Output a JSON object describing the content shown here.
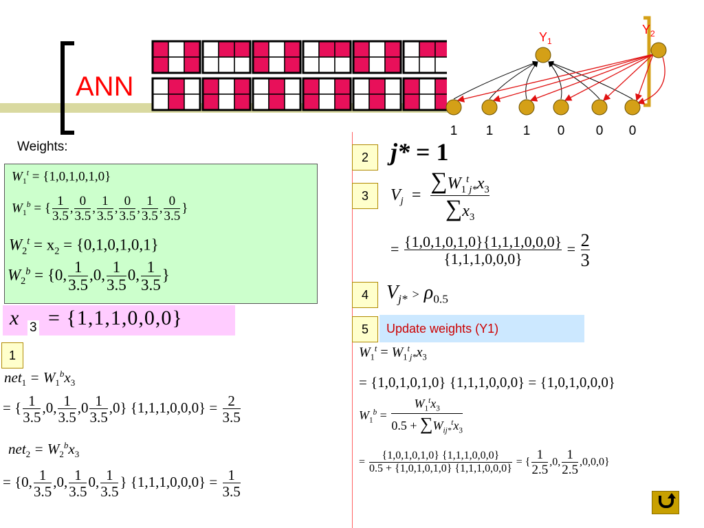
{
  "title": {
    "text": "ANN",
    "color": "#ff0000"
  },
  "network": {
    "output_labels": [
      "Y1",
      "Y2"
    ],
    "input_values": [
      "1",
      "1",
      "1",
      "0",
      "0",
      "0"
    ],
    "node_color": "#d4a017",
    "bracket_color": "#d4a017",
    "arrow_color_y2": "#e01010"
  },
  "pattern_grid": {
    "cell_color": "#e8105a",
    "row1_top": "101011",
    "row1_bottom": "010100",
    "row2_top": "010101",
    "row2_bottom": "101010"
  },
  "weights": {
    "heading": "Weights:",
    "w1t": {
      "sym": "W",
      "sub": "1",
      "sup": "t",
      "rhs": "= {1,0,1,0,1,0}"
    },
    "w1b": {
      "sym": "W",
      "sub": "1",
      "sup": "b",
      "prefix": "= {",
      "num1": "1",
      "num0": "0",
      "den": "3.5",
      "suffix": "}"
    },
    "w2t": {
      "sym": "W",
      "sub": "2",
      "sup": "t",
      "rhs": "= x",
      "rhs_sub": "2",
      "rhs_tail": " = {0,1,0,1,0,1}"
    },
    "w2b": {
      "sym": "W",
      "sub": "2",
      "sup": "b",
      "prefix": "= {0,",
      "sep1": ",0,",
      "mid": "0,",
      "suffix": "}"
    },
    "box_color": "#ccffcc"
  },
  "input_vector": {
    "var": "x",
    "sub": "3",
    "rhs": "= {1,1,1,0,0,0}",
    "box_color": "#ffccff"
  },
  "steps": {
    "s1": {
      "num": "1"
    },
    "s2": {
      "num": "2",
      "lhs": "j*",
      "rhs": "= 1"
    },
    "s3": {
      "num": "3",
      "lhs": "V",
      "lhs_sub": "j",
      "eq": "=",
      "numerator": "{1,0,1,0,1,0}{1,1,1,0,0,0}",
      "denominator": "{1,1,1,0,0,0}",
      "res_num": "2",
      "res_den": "3"
    },
    "s4": {
      "num": "4",
      "lhs": "V",
      "lhs_sub": "j*",
      "op": ">",
      "rho": "ρ",
      "rho_sub": "0.5"
    },
    "s5": {
      "num": "5",
      "label": "Update weights (Y1)",
      "label_color": "#cc0000",
      "box_color": "#cce8ff"
    }
  },
  "net": {
    "net1_lhs": "net",
    "net1_sub": "1",
    "net1_rhs": "= W",
    "net1_rhs_sub": "1",
    "net1_rhs_sup": "b",
    "net1_x": "x",
    "net1_x_sub": "3",
    "net1_line": {
      "open": "= {",
      "mid1": ",0,",
      "mid2": ",0",
      "close": ",0} {1,1,1,0,0,0} =",
      "res_num": "2",
      "res_den": "3.5"
    },
    "net2_lhs": "net",
    "net2_sub": "2",
    "net2_rhs": "= W",
    "net2_rhs_sub": "2",
    "net2_rhs_sup": "b",
    "net2_x": "x",
    "net2_x_sub": "3",
    "net2_line": {
      "open": "= {0,",
      "mid1": ",0,",
      "mid2": "0,",
      "close": "} {1,1,1,0,0,0} =",
      "res_num": "1",
      "res_den": "3.5"
    }
  },
  "update": {
    "w1t_line": "= {1,0,1,0,1,0} {1,1,1,0,0,0} = {1,0,1,0,0,0}",
    "w1b_den_prefix": "0.5 +",
    "frac_num": "{1,0,1,0,1,0} {1,1,1,0,0,0}",
    "frac_den": "0.5 + {1,0,1,0,1,0} {1,1,1,0,0,0}",
    "result_open": "= {",
    "result_mid": ",0,",
    "result_close": ",0,0,0}",
    "one": "1",
    "den": "2.5"
  },
  "nav": {
    "return_icon": "return-icon",
    "color": "#c8a000"
  }
}
